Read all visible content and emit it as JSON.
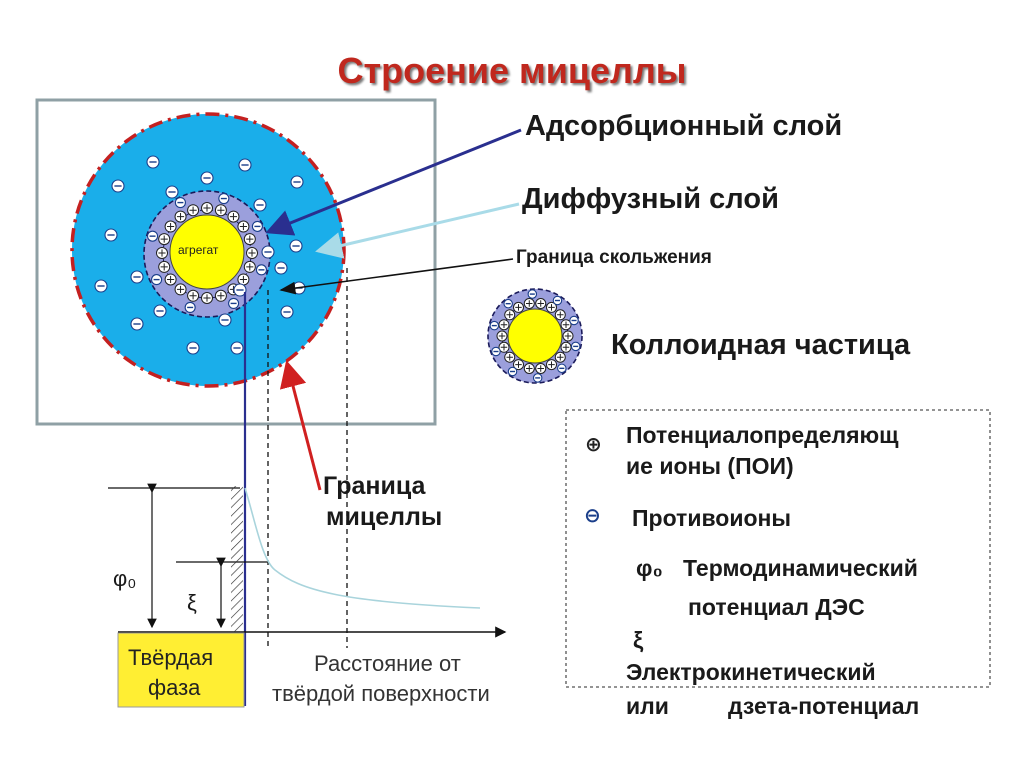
{
  "title": "Строение мицеллы",
  "labels": {
    "adsorption_layer": "Адсорбционный слой",
    "diffuse_layer": "Диффузный слой",
    "slip_boundary": "Граница скольжения",
    "colloid_particle": "Коллоидная частица",
    "aggregate": "агрегат",
    "micelle_boundary_line1": "Граница",
    "micelle_boundary_line2": "мицеллы",
    "phi0": "φ₀",
    "xi": "ξ",
    "solid_phase_line1": "Твёрдая",
    "solid_phase_line2": "фаза",
    "distance_line1": "Расстояние от",
    "distance_line2": "твёрдой поверхности"
  },
  "legend": {
    "poi_line1": "Потенциалопределяющ",
    "poi_line2": "ие ионы (ПОИ)",
    "counterions": "Противоионы",
    "phi0_symbol": "φ₀",
    "thermo_line1": "Термодинамический",
    "thermo_line2": "потенциал ДЭС",
    "xi_symbol": "ξ",
    "electro_line1": "Электрокинетический",
    "electro_word_or": "или",
    "electro_word_zeta": "дзета-потенциал"
  },
  "icons": {
    "positive_ion": "circled-plus-icon",
    "negative_ion": "circled-minus-icon"
  },
  "colors": {
    "title": "#c0281e",
    "diffuse_fill": "#1aaeea",
    "adsorption_fill": "#9b9fdc",
    "aggregate_fill": "#ffff00",
    "micelle_boundary": "#c42020",
    "arrow_navy": "#2a2f8f",
    "arrow_light": "#a9dbe8",
    "solid_phase": "#ffee33"
  }
}
